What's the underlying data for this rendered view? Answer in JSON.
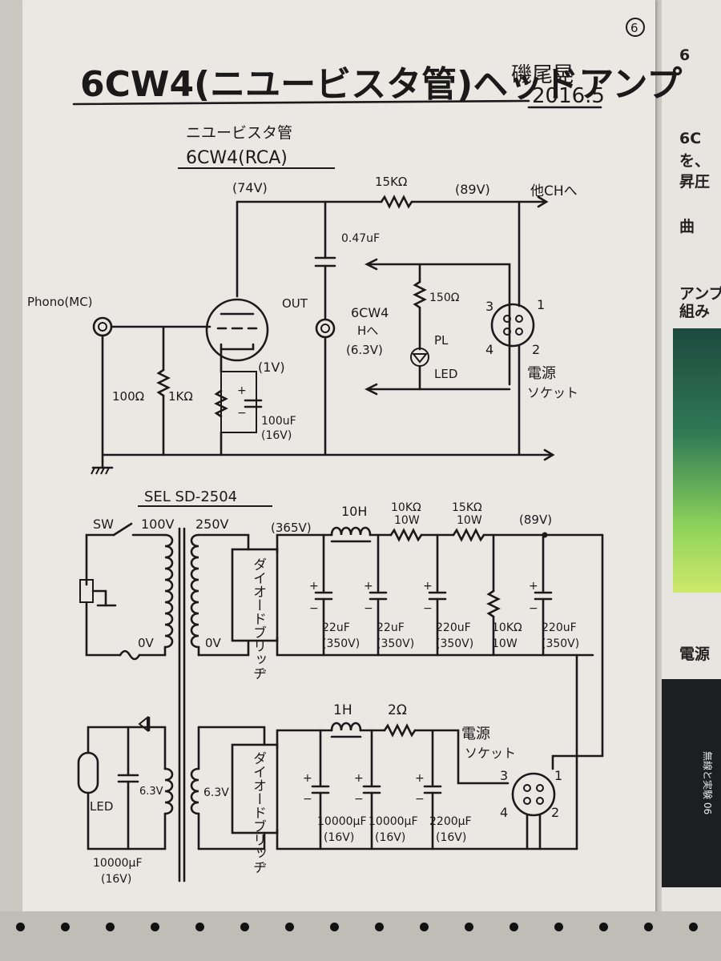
{
  "page_number": "6",
  "title": {
    "main": "6CW4(ニユービスタ管)ヘッドアンプ",
    "author": "磯尾晃",
    "date": "2016.5"
  },
  "tube": {
    "type_label": "ニユービスタ管",
    "model": "6CW4(RCA)",
    "plate_voltage": "(74V)",
    "cathode_voltage": "(1V)"
  },
  "amp": {
    "input_label": "Phono(MC)",
    "r_input": "100Ω",
    "r_grid": "1KΩ",
    "c_cathode": "100uF",
    "c_cathode_v": "(16V)",
    "r_plate": "15KΩ",
    "node_voltage": "(89V)",
    "other_ch": "他CHへ",
    "c_output": "0.47uF",
    "output_label": "OUT",
    "heater_tube": "6CW4",
    "heater_to": "Hへ",
    "heater_v": "(6.3V)",
    "r_led": "150Ω",
    "led_pl": "PL",
    "led_label": "LED",
    "socket": [
      "電源",
      "ソケット"
    ],
    "pin1": "1",
    "pin2": "2",
    "pin3": "3",
    "pin4": "4"
  },
  "psu": {
    "transformer_label": "SEL SD-2504",
    "switch": "SW",
    "primary_v": "100V",
    "secondary_v": "250V",
    "zero_v": "0V",
    "rect_v": "(365V)",
    "bridge": "ダイオードブリッヂ",
    "choke": "10H",
    "r1": "10KΩ",
    "r1_w": "10W",
    "r2": "15KΩ",
    "r2_w": "10W",
    "out_v": "(89V)",
    "caps": [
      {
        "value": "22uF",
        "voltage": "(350V)"
      },
      {
        "value": "22uF",
        "voltage": "(350V)"
      },
      {
        "value": "220uF",
        "voltage": "(350V)"
      },
      {
        "value": "10KΩ",
        "voltage": "10W"
      },
      {
        "value": "220uF",
        "voltage": "(350V)"
      }
    ]
  },
  "heater_psu": {
    "v": "6.3V",
    "led": "LED",
    "cap": "10000μF",
    "cap_v": "(16V)",
    "bridge": "ダイオードブリッヂ",
    "choke": "1H",
    "r": "2Ω",
    "socket": [
      "電源",
      "ソケット"
    ],
    "caps": [
      {
        "value": "10000μF",
        "voltage": "(16V)"
      },
      {
        "value": "10000μF",
        "voltage": "(16V)"
      },
      {
        "value": "2200μF",
        "voltage": "(16V)"
      }
    ],
    "pin1": "1",
    "pin2": "2",
    "pin3": "3",
    "pin4": "4"
  },
  "side_page": {
    "lines": [
      "6",
      "6C",
      "を、",
      "昇圧",
      "曲",
      "アンプ",
      "組み",
      "電源"
    ],
    "magazine": "無線と実験 06"
  }
}
